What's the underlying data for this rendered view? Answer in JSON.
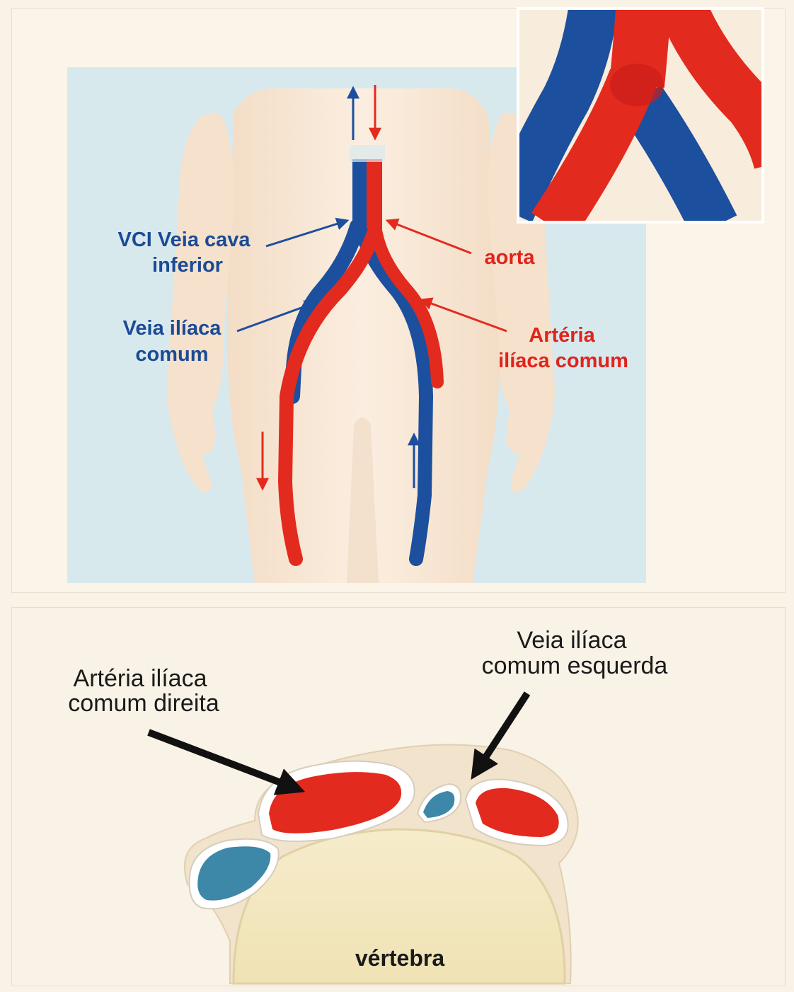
{
  "top": {
    "labels": {
      "vci_line1": "VCI Veia cava",
      "vci_line2": "inferior",
      "veia_iliaca_line1": "Veia ilíaca",
      "veia_iliaca_line2": "comum",
      "aorta": "aorta",
      "arteria_line1": "Artéria",
      "arteria_line2": "ilíaca comum"
    }
  },
  "bottom": {
    "labels": {
      "arteria_dir_line1": "Artéria ilíaca",
      "arteria_dir_line2": "comum direita",
      "veia_esq_line1": "Veia ilíaca",
      "veia_esq_line2": "comum esquerda",
      "vertebra": "vértebra"
    }
  },
  "colors": {
    "vein": "#1c4f9e",
    "artery": "#e32a1e",
    "vein_label": "#1b4a96",
    "artery_label": "#e0241b",
    "skin": "#f7e6d2",
    "background_box": "#d8e9ee",
    "bone": "#f3e9c4",
    "cross_vein": "#3d87a8"
  }
}
